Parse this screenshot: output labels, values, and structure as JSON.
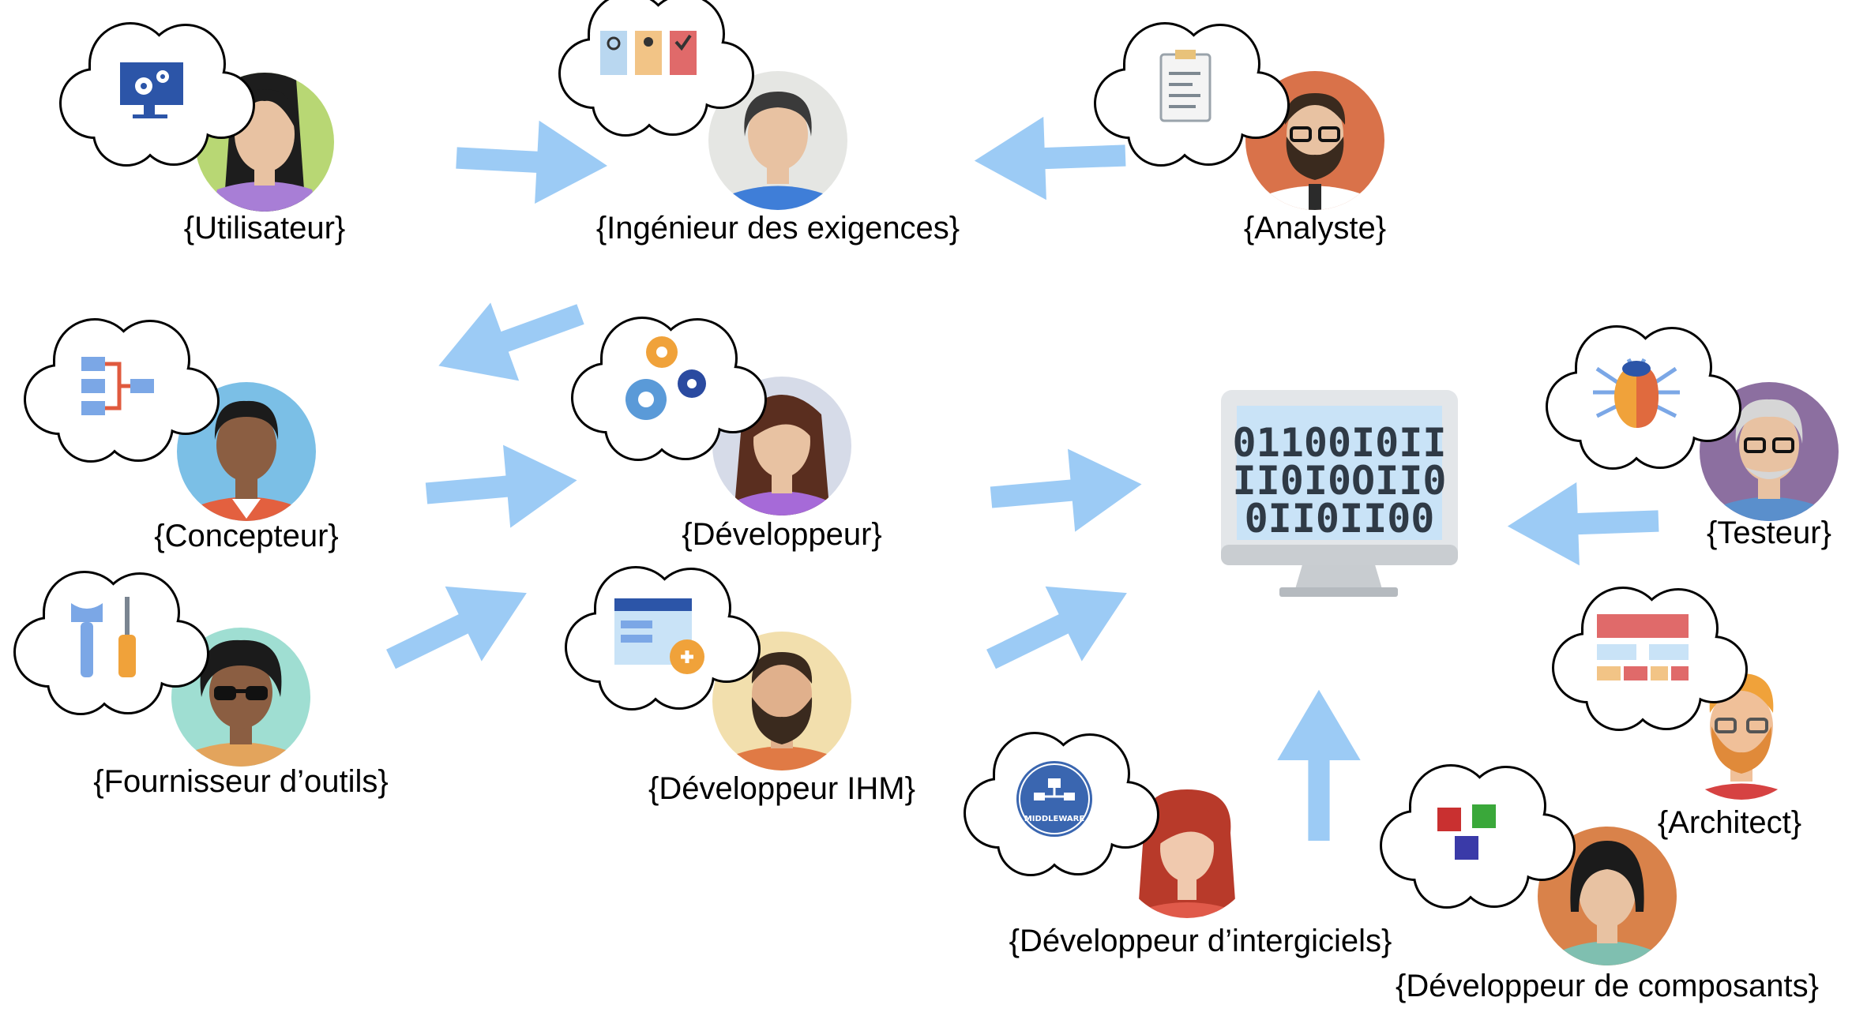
{
  "colors": {
    "arrow": "#9ccbf5",
    "cloud_stroke": "#000000",
    "cloud_fill": "#ffffff",
    "skin": "#e8c2a2"
  },
  "roles": {
    "user": {
      "label": "{Utilisateur}",
      "icon": "monitor-gears-icon"
    },
    "requirements": {
      "label": "{Ingénieur des exigences}",
      "icon": "requirements-cards-icon"
    },
    "analyst": {
      "label": "{Analyste}",
      "icon": "clipboard-analysis-icon"
    },
    "designer": {
      "label": "{Concepteur}",
      "icon": "flowchart-icon"
    },
    "developer": {
      "label": "{Développeur}",
      "icon": "gears-icon"
    },
    "toolprovider": {
      "label": "{Fournisseur d’outils}",
      "icon": "wrench-screwdriver-icon"
    },
    "uideveloper": {
      "label": "{Développeur IHM}",
      "icon": "ui-window-icon"
    },
    "tester": {
      "label": "{Testeur}",
      "icon": "bug-icon"
    },
    "architect": {
      "label": "{Architect}",
      "icon": "architecture-blocks-icon"
    },
    "middleware": {
      "label": "{Développeur d’intergiciels}",
      "icon": "middleware-icon",
      "badge": "MIDDLEWARE"
    },
    "component": {
      "label": "{Développeur de composants}",
      "icon": "cubes-icon"
    }
  },
  "system": {
    "icon": "computer-monitor-icon",
    "binary_lines": [
      "01100I0II",
      "II0I0OII0",
      "0II0II00"
    ]
  }
}
